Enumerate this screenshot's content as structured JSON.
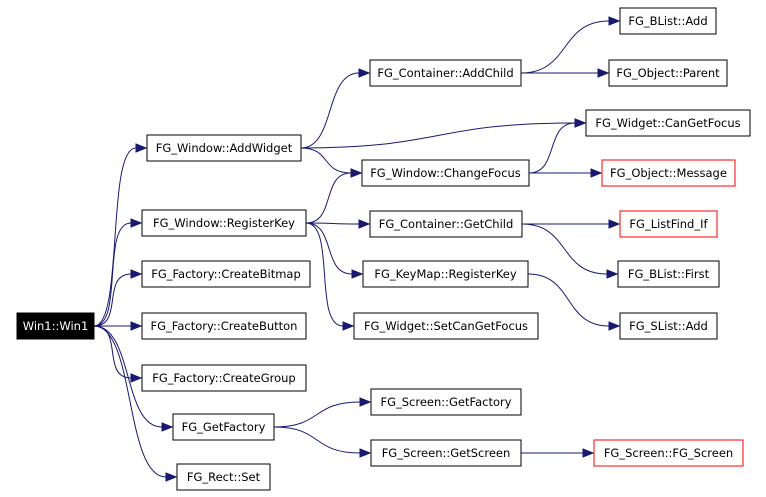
{
  "nodes": {
    "win1": {
      "label": "Win1::Win1",
      "style": "root"
    },
    "add_widget": {
      "label": "FG_Window::AddWidget",
      "style": "normal"
    },
    "register_key": {
      "label": "FG_Window::RegisterKey",
      "style": "normal"
    },
    "create_bitmap": {
      "label": "FG_Factory::CreateBitmap",
      "style": "normal"
    },
    "create_button": {
      "label": "FG_Factory::CreateButton",
      "style": "normal"
    },
    "create_group": {
      "label": "FG_Factory::CreateGroup",
      "style": "normal"
    },
    "get_factory": {
      "label": "FG_GetFactory",
      "style": "normal"
    },
    "rect_set": {
      "label": "FG_Rect::Set",
      "style": "normal"
    },
    "container_addchild": {
      "label": "FG_Container::AddChild",
      "style": "normal"
    },
    "change_focus": {
      "label": "FG_Window::ChangeFocus",
      "style": "normal"
    },
    "container_getchild": {
      "label": "FG_Container::GetChild",
      "style": "normal"
    },
    "keymap_registerkey": {
      "label": "FG_KeyMap::RegisterKey",
      "style": "normal"
    },
    "widget_setcangetfocus": {
      "label": "FG_Widget::SetCanGetFocus",
      "style": "normal"
    },
    "screen_getfactory": {
      "label": "FG_Screen::GetFactory",
      "style": "normal"
    },
    "screen_getscreen": {
      "label": "FG_Screen::GetScreen",
      "style": "normal"
    },
    "blist_add": {
      "label": "FG_BList::Add",
      "style": "normal"
    },
    "object_parent": {
      "label": "FG_Object::Parent",
      "style": "normal"
    },
    "widget_cangetfocus": {
      "label": "FG_Widget::CanGetFocus",
      "style": "normal"
    },
    "object_message": {
      "label": "FG_Object::Message",
      "style": "external"
    },
    "listfind_if": {
      "label": "FG_ListFind_If",
      "style": "external"
    },
    "blist_first": {
      "label": "FG_BList::First",
      "style": "normal"
    },
    "slist_add": {
      "label": "FG_SList::Add",
      "style": "normal"
    },
    "screen_fg_screen": {
      "label": "FG_Screen::FG_Screen",
      "style": "external"
    }
  },
  "edges": [
    [
      "win1",
      "add_widget"
    ],
    [
      "win1",
      "register_key"
    ],
    [
      "win1",
      "create_bitmap"
    ],
    [
      "win1",
      "create_button"
    ],
    [
      "win1",
      "create_group"
    ],
    [
      "win1",
      "get_factory"
    ],
    [
      "win1",
      "rect_set"
    ],
    [
      "add_widget",
      "container_addchild"
    ],
    [
      "add_widget",
      "widget_cangetfocus"
    ],
    [
      "add_widget",
      "change_focus"
    ],
    [
      "container_addchild",
      "blist_add"
    ],
    [
      "container_addchild",
      "object_parent"
    ],
    [
      "change_focus",
      "widget_cangetfocus"
    ],
    [
      "change_focus",
      "object_message"
    ],
    [
      "register_key",
      "change_focus"
    ],
    [
      "register_key",
      "container_getchild"
    ],
    [
      "register_key",
      "keymap_registerkey"
    ],
    [
      "register_key",
      "widget_setcangetfocus"
    ],
    [
      "container_getchild",
      "listfind_if"
    ],
    [
      "container_getchild",
      "blist_first"
    ],
    [
      "keymap_registerkey",
      "slist_add"
    ],
    [
      "get_factory",
      "screen_getfactory"
    ],
    [
      "get_factory",
      "screen_getscreen"
    ],
    [
      "screen_getscreen",
      "screen_fg_screen"
    ]
  ],
  "colors": {
    "edge": "#191970",
    "node_border": "#000000",
    "root_fill": "#000000",
    "root_text": "#ffffff",
    "external_border": "#ff0000"
  }
}
